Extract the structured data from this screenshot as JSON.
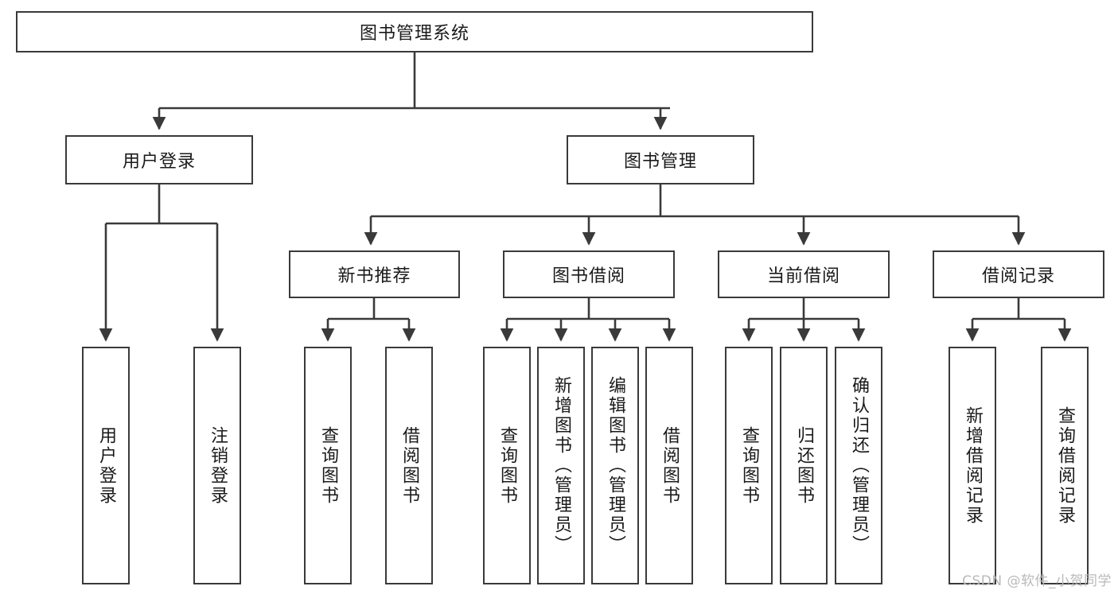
{
  "diagram": {
    "title": "图书管理系统",
    "watermark": "CSDN @软件_小贺同学",
    "stroke_color": "#3a3a3a",
    "background_color": "#ffffff",
    "root": {
      "label": "图书管理系统"
    },
    "level2": [
      {
        "label": "用户登录"
      },
      {
        "label": "图书管理"
      }
    ],
    "level3": [
      {
        "label": "新书推荐"
      },
      {
        "label": "图书借阅"
      },
      {
        "label": "当前借阅"
      },
      {
        "label": "借阅记录"
      }
    ],
    "leaves": {
      "user_login": [
        {
          "label": "用户登录"
        },
        {
          "label": "注销登录"
        }
      ],
      "new_book_recommend": [
        {
          "label": "查询图书"
        },
        {
          "label": "借阅图书"
        }
      ],
      "book_borrow": [
        {
          "label": "查询图书"
        },
        {
          "label": "新增图书（管理员）"
        },
        {
          "label": "编辑图书（管理员）"
        },
        {
          "label": "借阅图书"
        }
      ],
      "current_borrow": [
        {
          "label": "查询图书"
        },
        {
          "label": "归还图书"
        },
        {
          "label": "确认归还（管理员）"
        }
      ],
      "borrow_record": [
        {
          "label": "新增借阅记录"
        },
        {
          "label": "查询借阅记录"
        }
      ]
    }
  }
}
